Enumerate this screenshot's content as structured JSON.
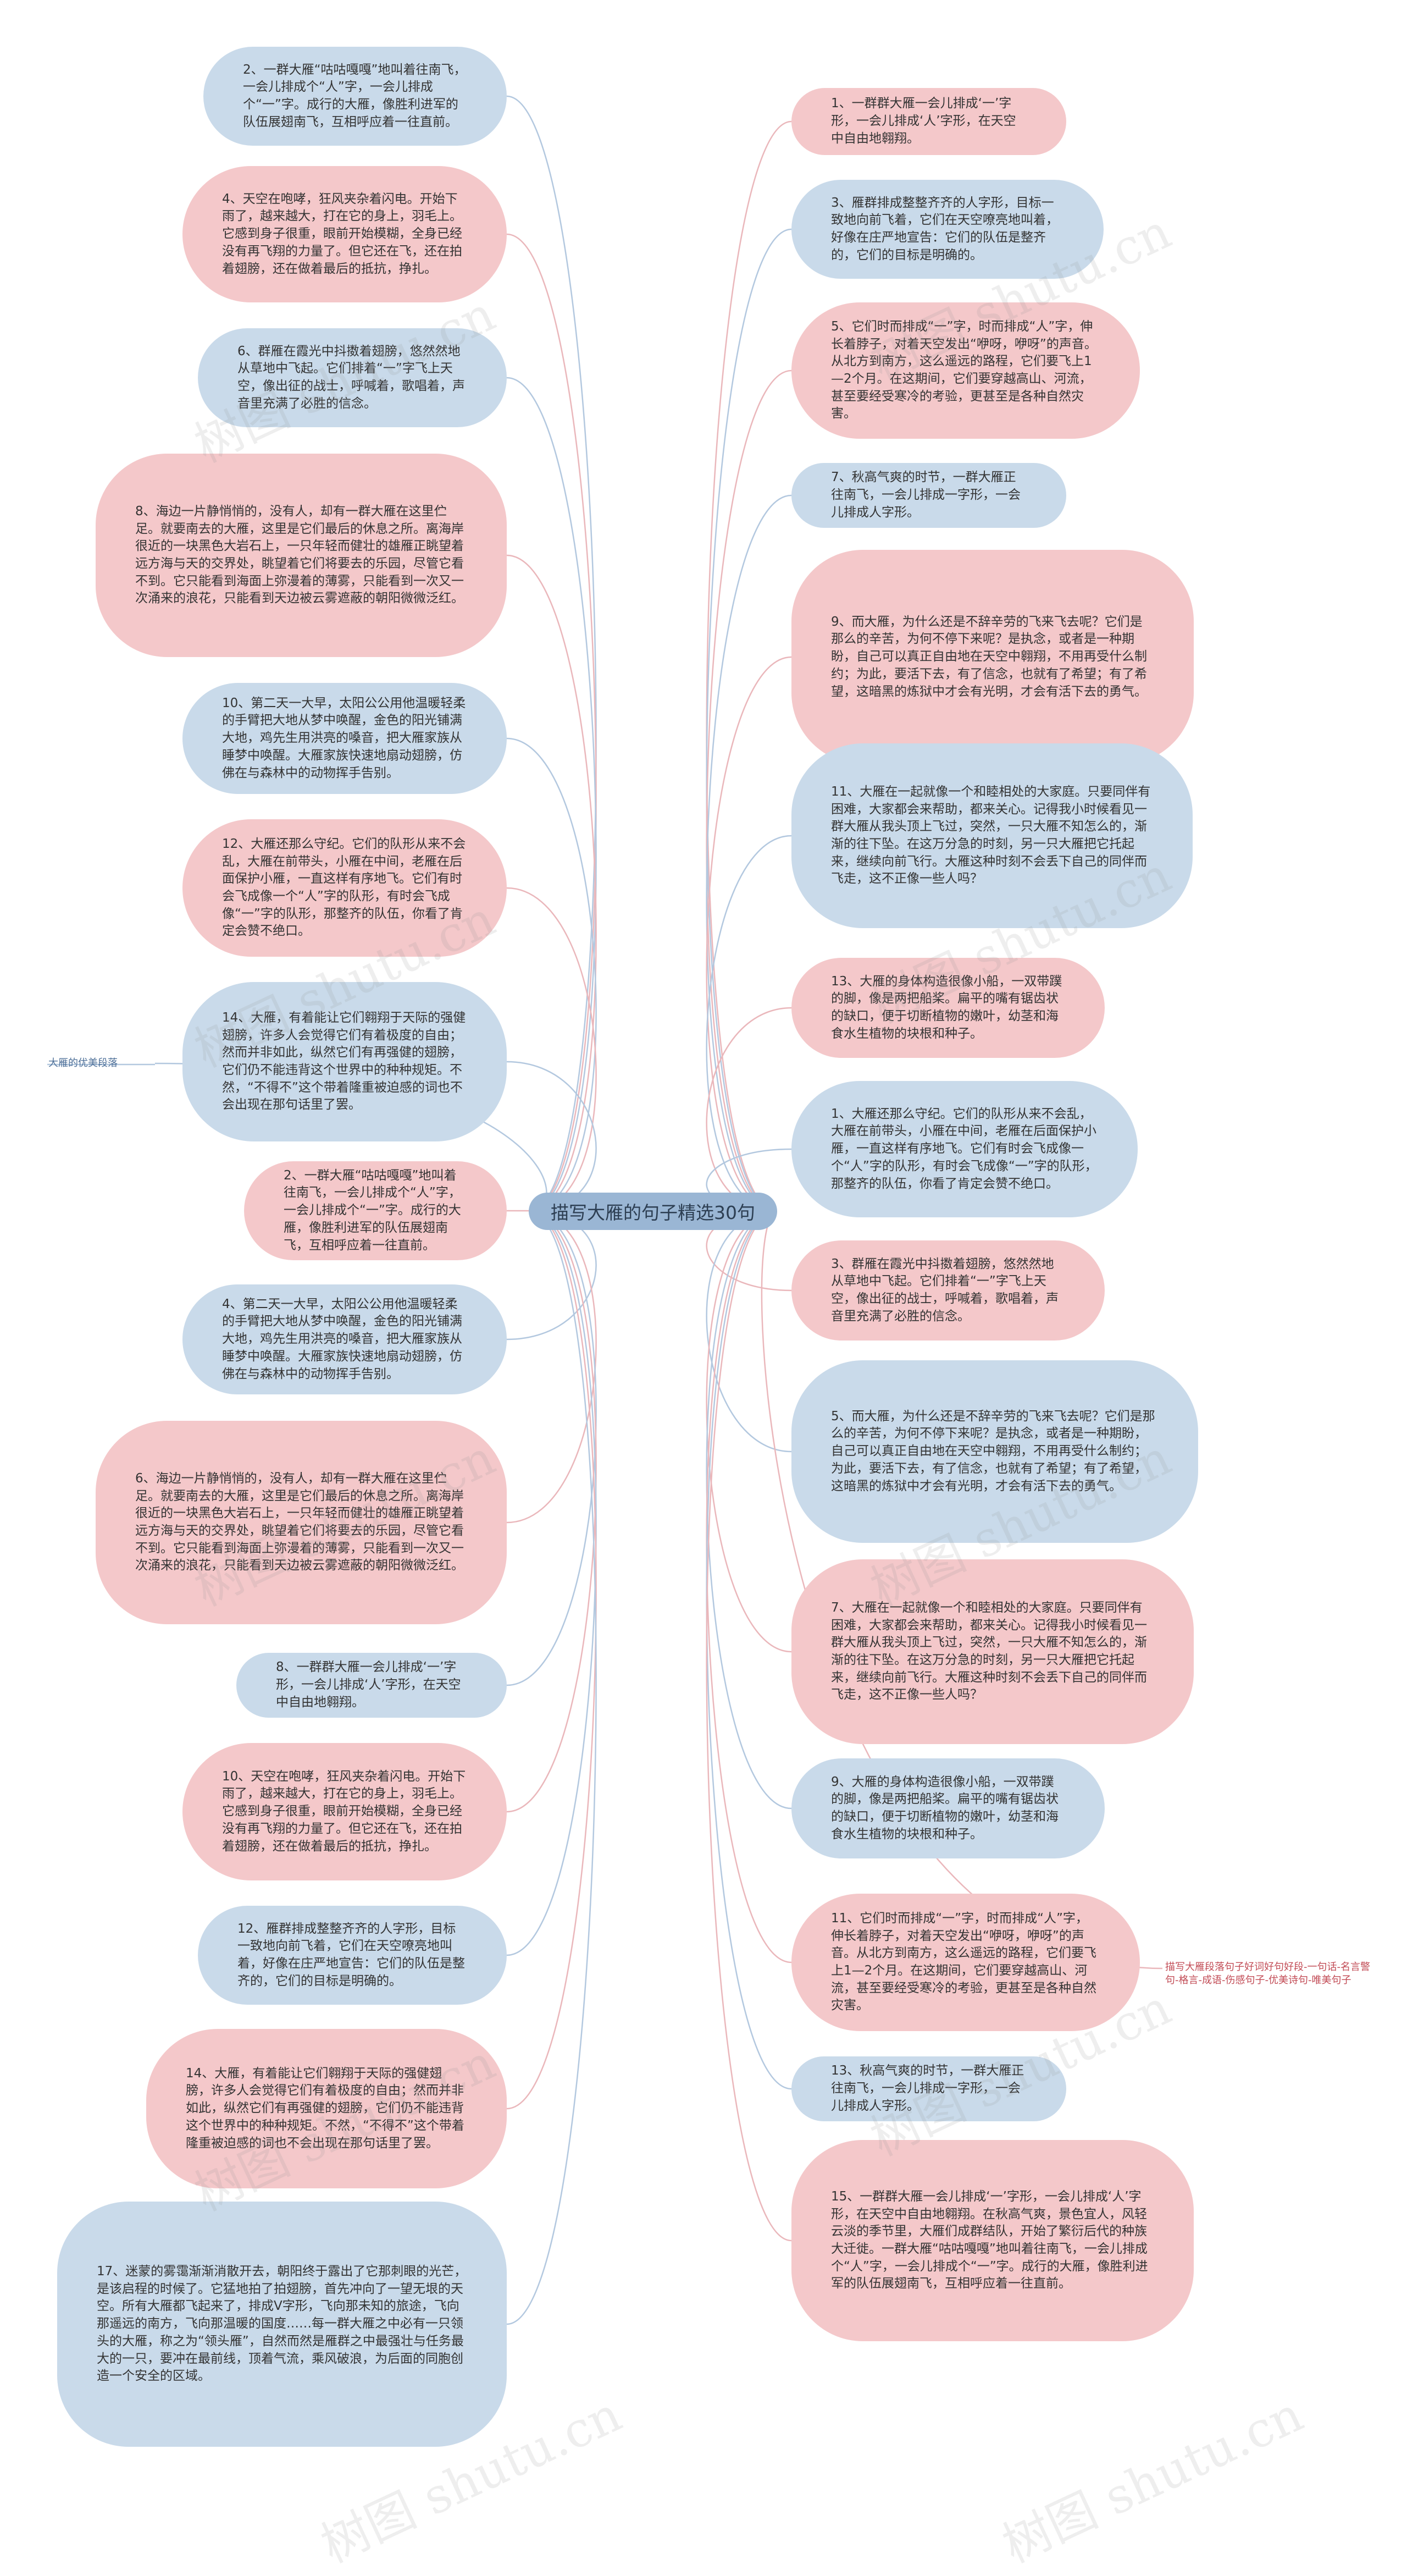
{
  "title": "描写大雁的句子精选30句",
  "left_label": "大雁的优美段落",
  "right_label": "描写大雁段落句子好词好句好段-一句话-名言警句-格言-成语-伤感句子-优美诗句-唯美句子",
  "watermark": "树图 shutu.cn",
  "colors": {
    "blue": "#c9daea",
    "pink": "#f4c8ca",
    "center": "#9ab6d4",
    "line_blue": "#b3c8df",
    "line_pink": "#eab7bb"
  },
  "left_nodes": [
    {
      "color": "blue",
      "text": "2、一群大雁“咕咕嘎嘎”地叫着往南飞，一会儿排成个“人”字，一会儿排成个“一”字。成行的大雁，像胜利进军的队伍展翅南飞，互相呼应着一往直前。"
    },
    {
      "color": "pink",
      "text": "4、天空在咆哮，狂风夹杂着闪电。开始下雨了，越来越大，打在它的身上，羽毛上。它感到身子很重，眼前开始模糊，全身已经没有再飞翔的力量了。但它还在飞，还在拍着翅膀，还在做着最后的抵抗，挣扎。"
    },
    {
      "color": "blue",
      "text": "6、群雁在霞光中抖擞着翅膀，悠然然地从草地中飞起。它们排着“一”字飞上天空，像出征的战士，呼喊着，歌唱着，声音里充满了必胜的信念。"
    },
    {
      "color": "pink",
      "text": "8、海边一片静悄悄的，没有人，却有一群大雁在这里伫足。就要南去的大雁，这里是它们最后的休息之所。离海岸很近的一块黑色大岩石上，一只年轻而健壮的雄雁正眺望着远方海与天的交界处，眺望着它们将要去的乐园，尽管它看不到。它只能看到海面上弥漫着的薄雾，只能看到一次又一次涌来的浪花，只能看到天边被云雾遮蔽的朝阳微微泛红。"
    },
    {
      "color": "blue",
      "text": "10、第二天一大早，太阳公公用他温暖轻柔的手臂把大地从梦中唤醒，金色的阳光铺满大地，鸡先生用洪亮的嗓音，把大雁家族从睡梦中唤醒。大雁家族快速地扇动翅膀，仿佛在与森林中的动物挥手告别。"
    },
    {
      "color": "pink",
      "text": "12、大雁还那么守纪。它们的队形从来不会乱，大雁在前带头，小雁在中间，老雁在后面保护小雁，一直这样有序地飞。它们有时会飞成像一个“人”字的队形，有时会飞成像“一”字的队形，那整齐的队伍，你看了肯定会赞不绝口。"
    },
    {
      "color": "blue",
      "text": "14、大雁，有着能让它们翱翔于天际的强健翅膀，许多人会觉得它们有着极度的自由；然而并非如此，纵然它们有再强健的翅膀，它们仍不能违背这个世界中的种种规矩。不然，“不得不”这个带着隆重被迫感的词也不会出现在那句话里了罢。"
    },
    {
      "color": "pink",
      "text": "2、一群大雁“咕咕嘎嘎”地叫着往南飞，一会儿排成个“人”字，一会儿排成个“一”字。成行的大雁，像胜利进军的队伍展翅南飞，互相呼应着一往直前。"
    },
    {
      "color": "blue",
      "text": "4、第二天一大早，太阳公公用他温暖轻柔的手臂把大地从梦中唤醒，金色的阳光铺满大地，鸡先生用洪亮的嗓音，把大雁家族从睡梦中唤醒。大雁家族快速地扇动翅膀，仿佛在与森林中的动物挥手告别。"
    },
    {
      "color": "pink",
      "text": "6、海边一片静悄悄的，没有人，却有一群大雁在这里伫足。就要南去的大雁，这里是它们最后的休息之所。离海岸很近的一块黑色大岩石上，一只年轻而健壮的雄雁正眺望着远方海与天的交界处，眺望着它们将要去的乐园，尽管它看不到。它只能看到海面上弥漫着的薄雾，只能看到一次又一次涌来的浪花，只能看到天边被云雾遮蔽的朝阳微微泛红。"
    },
    {
      "color": "blue",
      "text": "8、一群群大雁一会儿排成‘一’字形，一会儿排成‘人’字形，在天空中自由地翱翔。"
    },
    {
      "color": "pink",
      "text": "10、天空在咆哮，狂风夹杂着闪电。开始下雨了，越来越大，打在它的身上，羽毛上。它感到身子很重，眼前开始模糊，全身已经没有再飞翔的力量了。但它还在飞，还在拍着翅膀，还在做着最后的抵抗，挣扎。"
    },
    {
      "color": "blue",
      "text": "12、雁群排成整整齐齐的人字形，目标一致地向前飞着，它们在天空嘹亮地叫着，好像在庄严地宣告：它们的队伍是整齐的，它们的目标是明确的。"
    },
    {
      "color": "pink",
      "text": "14、大雁，有着能让它们翱翔于天际的强健翅膀，许多人会觉得它们有着极度的自由；然而并非如此，纵然它们有再强健的翅膀，它们仍不能违背这个世界中的种种规矩。不然，“不得不”这个带着隆重被迫感的词也不会出现在那句话里了罢。"
    },
    {
      "color": "blue",
      "text": "17、迷蒙的雾霭渐渐消散开去，朝阳终于露出了它那刺眼的光芒，是该启程的时候了。它猛地拍了拍翅膀，首先冲向了一望无垠的天空。所有大雁都飞起来了，排成V字形，飞向那未知的旅途，飞向那遥远的南方，飞向那温暖的国度……每一群大雁之中必有一只领头的大雁，称之为“领头雁”，自然而然是雁群之中最强壮与任务最大的一只，要冲在最前线，顶着气流，乘风破浪，为后面的同胞创造一个安全的区域。"
    }
  ],
  "right_nodes": [
    {
      "color": "pink",
      "text": "1、一群群大雁一会儿排成‘一’字形，一会儿排成‘人’字形，在天空中自由地翱翔。"
    },
    {
      "color": "blue",
      "text": "3、雁群排成整整齐齐的人字形，目标一致地向前飞着，它们在天空嘹亮地叫着，好像在庄严地宣告：它们的队伍是整齐的，它们的目标是明确的。"
    },
    {
      "color": "pink",
      "text": "5、它们时而排成“一”字，时而排成“人”字，伸长着脖子，对着天空发出“咿呀，咿呀”的声音。从北方到南方，这么遥远的路程，它们要飞上1—2个月。在这期间，它们要穿越高山、河流，甚至要经受寒冷的考验，更甚至是各种自然灾害。"
    },
    {
      "color": "blue",
      "text": "7、秋高气爽的时节，一群大雁正往南飞，一会儿排成一字形，一会儿排成人字形。"
    },
    {
      "color": "pink",
      "text": "9、而大雁，为什么还是不辞辛劳的飞来飞去呢？它们是那么的辛苦，为何不停下来呢？是执念，或者是一种期盼，自己可以真正自由地在天空中翱翔，不用再受什么制约；为此，要活下去，有了信念，也就有了希望；有了希望，这暗黑的炼狱中才会有光明，才会有活下去的勇气。"
    },
    {
      "color": "blue",
      "text": "11、大雁在一起就像一个和睦相处的大家庭。只要同伴有困难，大家都会来帮助，都来关心。记得我小时候看见一群大雁从我头顶上飞过，突然，一只大雁不知怎么的，渐渐的往下坠。在这万分急的时刻，另一只大雁把它托起来，继续向前飞行。大雁这种时刻不会丢下自己的同伴而飞走，这不正像一些人吗？"
    },
    {
      "color": "pink",
      "text": "13、大雁的身体构造很像小船，一双带蹼的脚，像是两把船桨。扁平的嘴有锯齿状的缺口，便于切断植物的嫩叶，幼茎和海食水生植物的块根和种子。"
    },
    {
      "color": "blue",
      "text": "1、大雁还那么守纪。它们的队形从来不会乱，大雁在前带头，小雁在中间，老雁在后面保护小雁，一直这样有序地飞。它们有时会飞成像一个“人”字的队形，有时会飞成像“一”字的队形，那整齐的队伍，你看了肯定会赞不绝口。"
    },
    {
      "color": "pink",
      "text": "3、群雁在霞光中抖擞着翅膀，悠然然地从草地中飞起。它们排着“一”字飞上天空，像出征的战士，呼喊着，歌唱着，声音里充满了必胜的信念。"
    },
    {
      "color": "blue",
      "text": "5、而大雁，为什么还是不辞辛劳的飞来飞去呢？它们是那么的辛苦，为何不停下来呢？是执念，或者是一种期盼，自己可以真正自由地在天空中翱翔，不用再受什么制约；为此，要活下去，有了信念，也就有了希望；有了希望，这暗黑的炼狱中才会有光明，才会有活下去的勇气。"
    },
    {
      "color": "pink",
      "text": "7、大雁在一起就像一个和睦相处的大家庭。只要同伴有困难，大家都会来帮助，都来关心。记得我小时候看见一群大雁从我头顶上飞过，突然，一只大雁不知怎么的，渐渐的往下坠。在这万分急的时刻，另一只大雁把它托起来，继续向前飞行。大雁这种时刻不会丢下自己的同伴而飞走，这不正像一些人吗？"
    },
    {
      "color": "blue",
      "text": "9、大雁的身体构造很像小船，一双带蹼的脚，像是两把船桨。扁平的嘴有锯齿状的缺口，便于切断植物的嫩叶，幼茎和海食水生植物的块根和种子。"
    },
    {
      "color": "pink",
      "text": "11、它们时而排成“一”字，时而排成“人”字，伸长着脖子，对着天空发出“咿呀，咿呀”的声音。从北方到南方，这么遥远的路程，它们要飞上1—2个月。在这期间，它们要穿越高山、河流，甚至要经受寒冷的考验，更甚至是各种自然灾害。"
    },
    {
      "color": "blue",
      "text": "13、秋高气爽的时节，一群大雁正往南飞，一会儿排成一字形，一会儿排成人字形。"
    },
    {
      "color": "pink",
      "text": "15、一群群大雁一会儿排成‘一’字形，一会儿排成‘人’字形，在天空中自由地翱翔。在秋高气爽，景色宜人，风轻云淡的季节里，大雁们成群结队，开始了繁衍后代的种族大迁徙。一群大雁“咕咕嘎嘎”地叫着往南飞，一会儿排成个“人”字，一会儿排成个“一”字。成行的大雁，像胜利进军的队伍展翅南飞，互相呼应着一往直前。"
    }
  ]
}
